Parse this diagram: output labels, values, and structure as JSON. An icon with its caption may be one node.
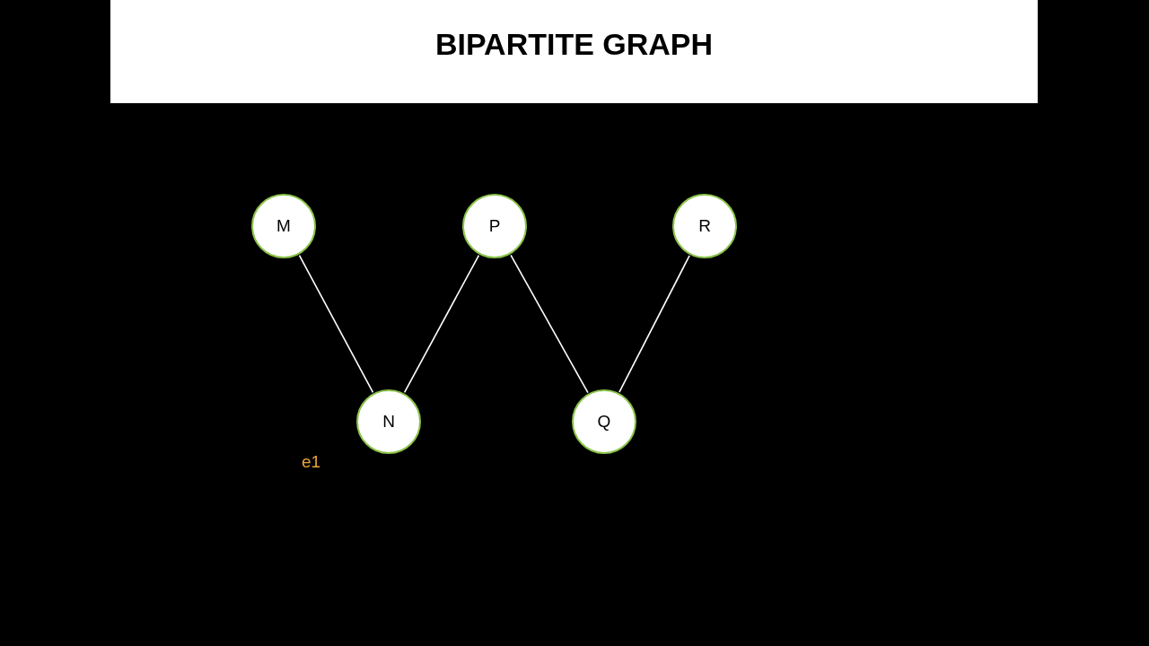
{
  "diagram": {
    "title": "BIPARTITE GRAPH",
    "nodes": [
      {
        "text": [
          "M"
        ]
      },
      {
        "text": [
          "P"
        ]
      },
      {
        "text": [
          "R"
        ]
      },
      {
        "text": [
          "N"
        ]
      },
      {
        "text": [
          "Q"
        ]
      }
    ],
    "edges": [
      {
        "from": 0,
        "to": 3,
        "arrow": "none"
      },
      {
        "from": 3,
        "to": 1,
        "arrow": "none"
      },
      {
        "from": 1,
        "to": 4,
        "arrow": "none"
      },
      {
        "from": 4,
        "to": 2,
        "arrow": "none"
      }
    ],
    "labels": [
      "e1"
    ]
  }
}
